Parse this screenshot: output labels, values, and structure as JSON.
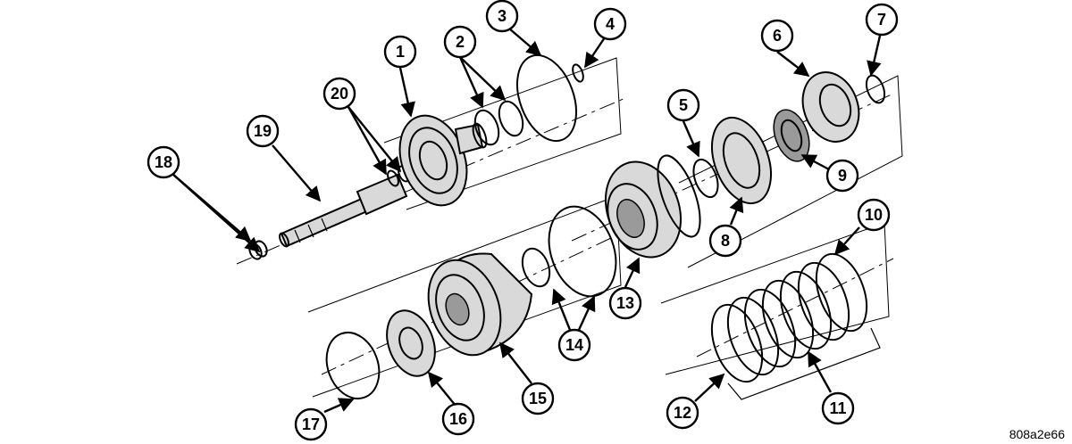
{
  "figure_id": "808a2e66",
  "callouts": [
    {
      "id": "c1",
      "label": "1"
    },
    {
      "id": "c2",
      "label": "2"
    },
    {
      "id": "c3",
      "label": "3"
    },
    {
      "id": "c4",
      "label": "4"
    },
    {
      "id": "c5",
      "label": "5"
    },
    {
      "id": "c6",
      "label": "6"
    },
    {
      "id": "c7",
      "label": "7"
    },
    {
      "id": "c8",
      "label": "8"
    },
    {
      "id": "c9",
      "label": "9"
    },
    {
      "id": "c10",
      "label": "10"
    },
    {
      "id": "c11",
      "label": "11"
    },
    {
      "id": "c12",
      "label": "12"
    },
    {
      "id": "c13",
      "label": "13"
    },
    {
      "id": "c14",
      "label": "14"
    },
    {
      "id": "c15",
      "label": "15"
    },
    {
      "id": "c16",
      "label": "16"
    },
    {
      "id": "c17",
      "label": "17"
    },
    {
      "id": "c18",
      "label": "18"
    },
    {
      "id": "c19",
      "label": "19"
    },
    {
      "id": "c20",
      "label": "20"
    }
  ]
}
